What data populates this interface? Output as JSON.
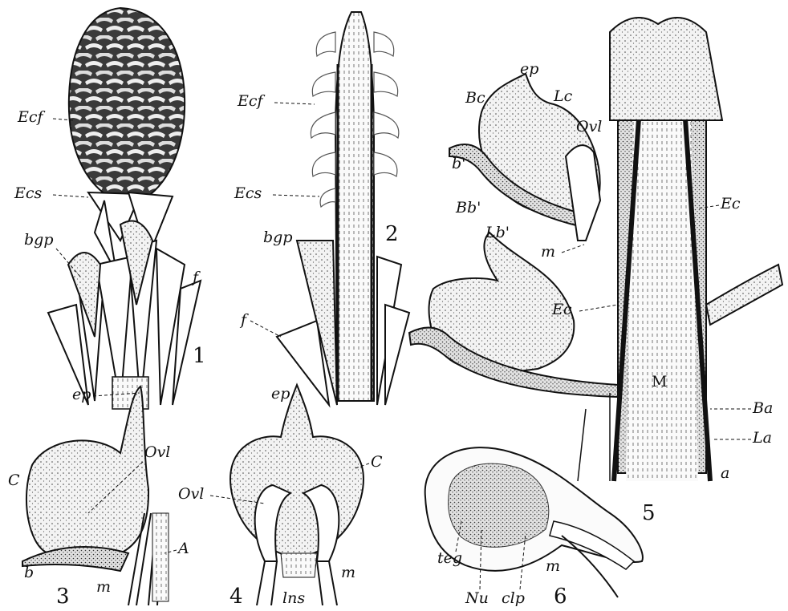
{
  "figures": [
    {
      "id": "fig1",
      "number": "1"
    },
    {
      "id": "fig2",
      "number": "2"
    },
    {
      "id": "fig3",
      "number": "3"
    },
    {
      "id": "fig4",
      "number": "4"
    },
    {
      "id": "fig5",
      "number": "5"
    },
    {
      "id": "fig6",
      "number": "6"
    }
  ],
  "labels": {
    "fig1": {
      "ecf": "Ecf",
      "ecs": "Ecs",
      "bgp": "bgp",
      "f": "f"
    },
    "fig2": {
      "ecf": "Ecf",
      "ecs": "Ecs",
      "bgp": "bgp",
      "f": "f"
    },
    "fig3": {
      "ep": "ep",
      "ovl": "Ovl",
      "c": "C",
      "b": "b",
      "a": "A",
      "m": "m"
    },
    "fig4": {
      "ep": "ep",
      "ovl": "Ovl",
      "c": "C",
      "m": "m",
      "lns": "lns"
    },
    "fig5": {
      "ep": "ep",
      "bc": "Bc",
      "lc": "Lc",
      "ovl": "Ovl",
      "b_prime": "b'",
      "bb_prime": "Bb'",
      "lb_prime": "Lb'",
      "m_lower": "m",
      "ec_right": "Ec",
      "ec_left": "Ec",
      "m_upper": "M",
      "ba": "Ba",
      "la": "La",
      "a": "a"
    },
    "fig6": {
      "teg": "teg",
      "nu": "Nu",
      "clp": "clp",
      "m": "m"
    }
  }
}
